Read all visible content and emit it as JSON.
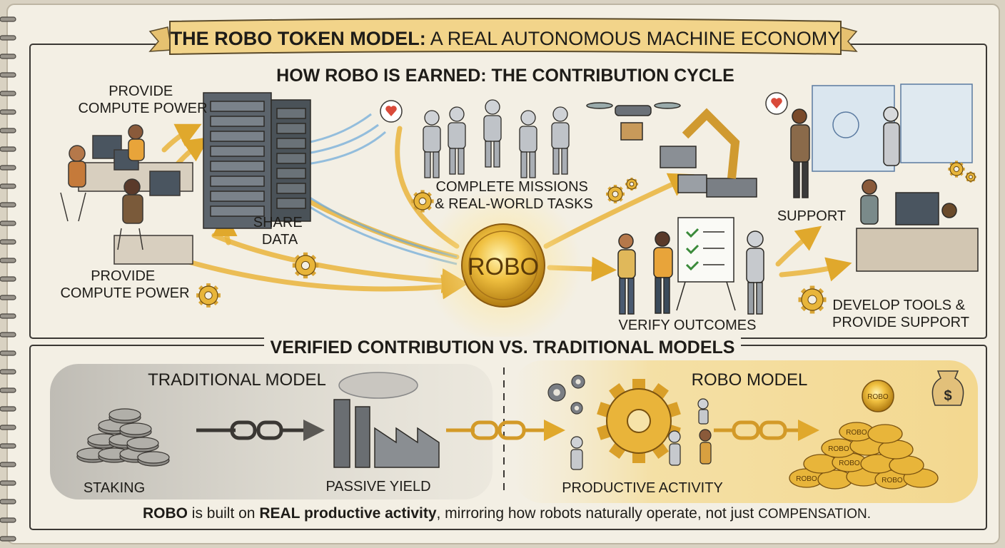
{
  "banner": {
    "title_bold": "THE ROBO TOKEN MODEL:",
    "title_rest": " A REAL AUTONOMOUS MACHINE ECONOMY"
  },
  "earned": {
    "heading": "HOW ROBO IS EARNED: THE CONTRIBUTION CYCLE",
    "coin_label": "ROBO",
    "labels": {
      "compute_top_1": "PROVIDE",
      "compute_top_2": "COMPUTE POWER",
      "compute_bottom_1": "PROVIDE",
      "compute_bottom_2": "COMPUTE POWER",
      "share_1": "SHARE",
      "share_2": "DATA",
      "missions_1": "COMPLETE MISSIONS",
      "missions_2": "& REAL-WORLD TASKS",
      "support": "SUPPORT",
      "verify": "VERIFY OUTCOMES",
      "develop_1": "DEVELOP TOOLS &",
      "develop_2": "PROVIDE SUPPORT"
    }
  },
  "comparison": {
    "heading": "VERIFIED CONTRIBUTION VS. TRADITIONAL MODELS",
    "traditional": {
      "title": "TRADITIONAL MODEL",
      "staking": "STAKING",
      "passive": "PASSIVE YIELD"
    },
    "robo": {
      "title": "ROBO MODEL",
      "productive": "PRODUCTIVE ACTIVITY",
      "coin_text": "ROBO",
      "bag_symbol": "$"
    },
    "footer": {
      "p1": "ROBO",
      "p2": " is built on ",
      "p3": "REAL productive activity",
      "p4": ", mirroring how robots naturally operate, not just ",
      "p5": "COMPENSATION."
    }
  },
  "colors": {
    "paper": "#f3efe4",
    "gold": "#e8b53a",
    "ink": "#2c2a26",
    "banner": "#f2d48a"
  }
}
